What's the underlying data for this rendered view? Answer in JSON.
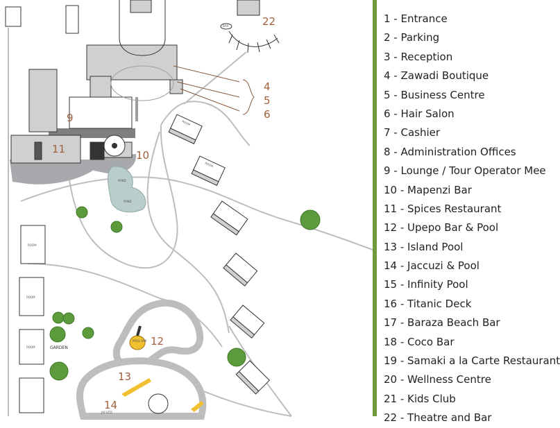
{
  "map": {
    "numbered_labels": [
      "22",
      "4",
      "5",
      "6",
      "9",
      "11",
      "10",
      "12",
      "13",
      "14"
    ],
    "garden_label": "GARDEN",
    "bar_tag": "BAR",
    "pool_bar_tag": "POOL BAR",
    "jacuzzi_tag": "JACUZZI",
    "pond_tag": "POND",
    "room_tag": "ROOM",
    "colors": {
      "building_fill": "#d0d0d0",
      "building_stroke": "#333333",
      "restaurant_area": "#a7a9ac",
      "pool_water": "#b9cdcb",
      "path": "#bdbdbd",
      "number_label": "#a0603b",
      "tree": "#5c9a3c"
    }
  },
  "legend": {
    "items": [
      "1 - Entrance",
      "2 - Parking",
      "3 - Reception",
      "4 - Zawadi Boutique",
      "5 - Business Centre",
      "6 - Hair Salon",
      "7 - Cashier",
      "8 - Administration Offices",
      "9 - Lounge / Tour Operator Mee",
      "10 - Mapenzi Bar",
      "11 - Spices Restaurant",
      "12 - Upepo Bar & Pool",
      "13  - Island Pool",
      "14 - Jaccuzi & Pool",
      "15 - Infinity Pool",
      "16 - Titanic Deck",
      "17 - Baraza Beach Bar",
      "18 - Coco Bar",
      "19 - Samaki a la Carte Restaurant",
      "20 - Wellness Centre",
      "21 - Kids Club",
      "22 - Theatre and Bar"
    ]
  },
  "divider_color": "#6f9a3e"
}
